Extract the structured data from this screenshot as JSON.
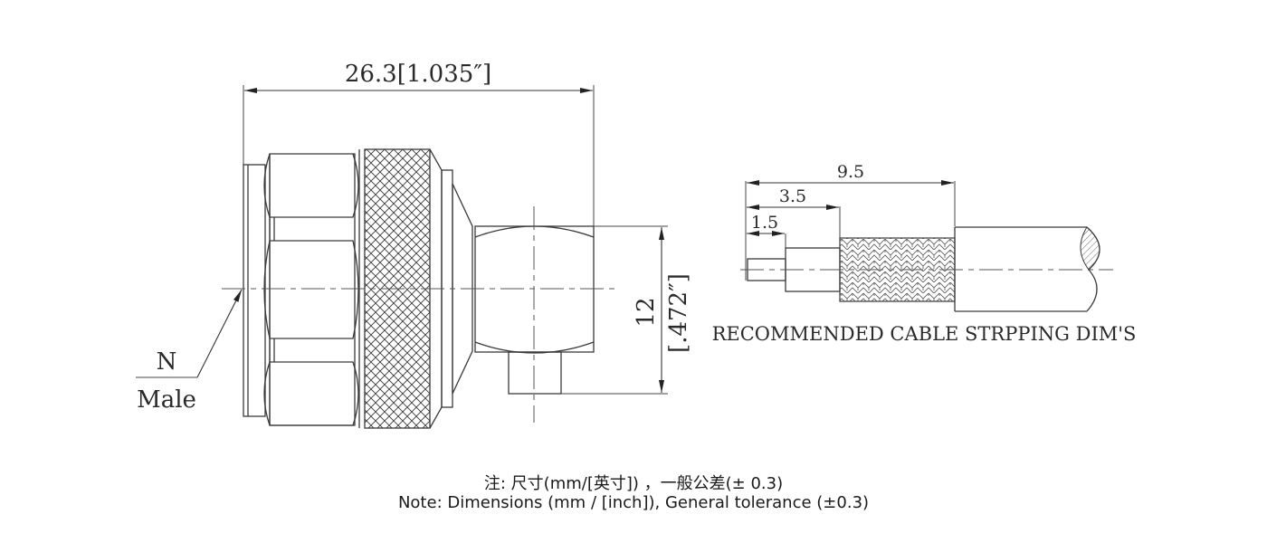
{
  "drawing": {
    "connector": {
      "overall_length_label": "26.3[1.035″]",
      "height_mm_label": "12",
      "height_inch_label": "[.472″]",
      "type_line1": "N",
      "type_line2": "Male"
    },
    "cable_stripping": {
      "dim_9_5": "9.5",
      "dim_3_5": "3.5",
      "dim_1_5": "1.5",
      "caption": "RECOMMENDED CABLE STRPPING DIM'S"
    }
  },
  "notes": {
    "chinese": "注: 尺寸(mm/[英寸]) ，一般公差(± 0.3)",
    "english": "Note: Dimensions (mm / [inch]), General tolerance (±0.3)"
  },
  "colors": {
    "line": "#3a3a3a",
    "background": "#ffffff"
  }
}
